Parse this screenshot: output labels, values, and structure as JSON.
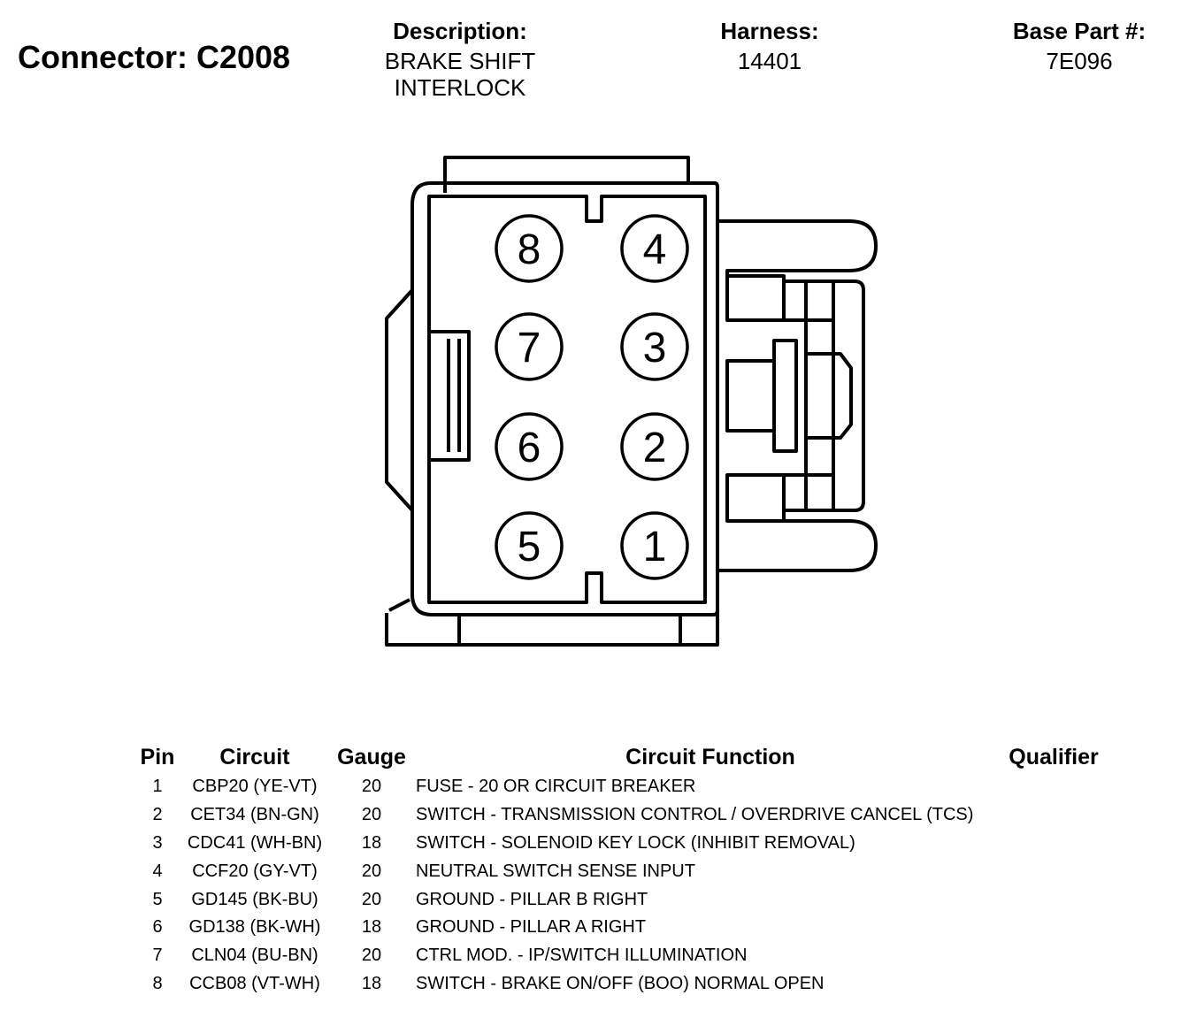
{
  "header": {
    "title": "Connector: C2008",
    "description_label": "Description:",
    "description_line1": "BRAKE SHIFT",
    "description_line2": "INTERLOCK",
    "harness_label": "Harness:",
    "harness_value": "14401",
    "base_part_label": "Base Part #:",
    "base_part_value": "7E096"
  },
  "connector": {
    "pin_numbers": {
      "p1": "1",
      "p2": "2",
      "p3": "3",
      "p4": "4",
      "p5": "5",
      "p6": "6",
      "p7": "7",
      "p8": "8"
    }
  },
  "table": {
    "headers": {
      "pin": "Pin",
      "circuit": "Circuit",
      "gauge": "Gauge",
      "function": "Circuit Function",
      "qualifier": "Qualifier"
    },
    "rows": [
      {
        "pin": "1",
        "circuit": "CBP20 (YE-VT)",
        "gauge": "20",
        "function": "FUSE - 20 OR CIRCUIT BREAKER",
        "qualifier": ""
      },
      {
        "pin": "2",
        "circuit": "CET34 (BN-GN)",
        "gauge": "20",
        "function": "SWITCH - TRANSMISSION CONTROL / OVERDRIVE CANCEL (TCS)",
        "qualifier": ""
      },
      {
        "pin": "3",
        "circuit": "CDC41 (WH-BN)",
        "gauge": "18",
        "function": "SWITCH - SOLENOID KEY LOCK (INHIBIT REMOVAL)",
        "qualifier": ""
      },
      {
        "pin": "4",
        "circuit": "CCF20 (GY-VT)",
        "gauge": "20",
        "function": "NEUTRAL SWITCH SENSE INPUT",
        "qualifier": ""
      },
      {
        "pin": "5",
        "circuit": "GD145 (BK-BU)",
        "gauge": "20",
        "function": "GROUND - PILLAR B RIGHT",
        "qualifier": ""
      },
      {
        "pin": "6",
        "circuit": "GD138 (BK-WH)",
        "gauge": "18",
        "function": "GROUND - PILLAR A RIGHT",
        "qualifier": ""
      },
      {
        "pin": "7",
        "circuit": "CLN04 (BU-BN)",
        "gauge": "20",
        "function": "CTRL MOD. - IP/SWITCH ILLUMINATION",
        "qualifier": ""
      },
      {
        "pin": "8",
        "circuit": "CCB08 (VT-WH)",
        "gauge": "18",
        "function": "SWITCH - BRAKE ON/OFF (BOO) NORMAL OPEN",
        "qualifier": ""
      }
    ]
  }
}
